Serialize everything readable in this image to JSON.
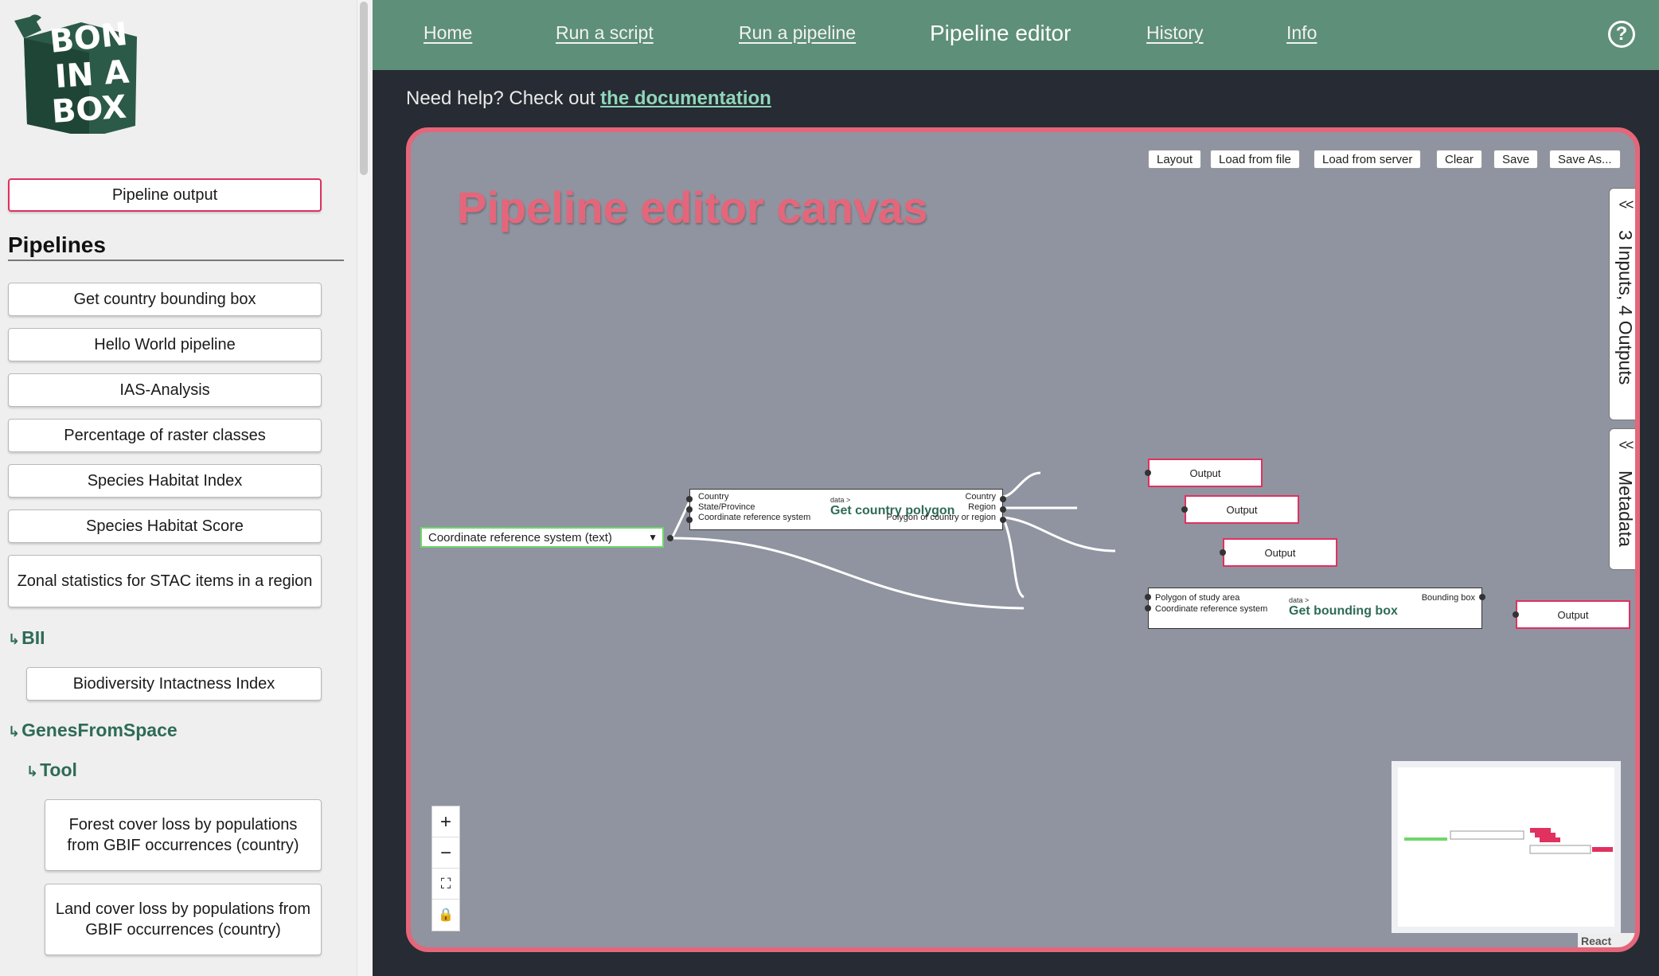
{
  "logo": {
    "alt": "BON IN A BOX",
    "lines": [
      "BON",
      "IN A",
      "BOX"
    ]
  },
  "sidebar": {
    "output_button": "Pipeline output",
    "heading": "Pipelines",
    "pipelines": [
      "Get country bounding box",
      "Hello World pipeline",
      "IAS-Analysis",
      "Percentage of raster classes",
      "Species Habitat Index",
      "Species Habitat Score",
      "Zonal statistics for STAC items in a region"
    ],
    "folder_bii": "BII",
    "bii_items": [
      "Biodiversity Intactness Index"
    ],
    "folder_genes": "GenesFromSpace",
    "folder_tool": "Tool",
    "tool_items": [
      "Forest cover loss by populations from GBIF occurrences (country)",
      "Land cover loss by populations from GBIF occurrences (country)"
    ]
  },
  "nav": {
    "home": "Home",
    "run_script": "Run a script",
    "run_pipeline": "Run a pipeline",
    "editor": "Pipeline editor",
    "history": "History",
    "info": "Info",
    "help_glyph": "?"
  },
  "help": {
    "prefix": "Need help? Check out ",
    "link": "the documentation"
  },
  "canvas": {
    "title": "Pipeline editor canvas",
    "toolbar": [
      "Layout",
      "Load from file",
      "Load from server",
      "Clear",
      "Save",
      "Save As..."
    ],
    "tab_io": "3 Inputs, 4 Outputs",
    "tab_meta": "Metadata",
    "tab_chev": "<<",
    "input_node": "Coordinate reference system (text)",
    "node1": {
      "inputs": [
        "Country",
        "State/Province",
        "Coordinate reference system"
      ],
      "small": "data >",
      "title": "Get country polygon",
      "outputs": [
        "Country",
        "Region",
        "Polygon of country or region"
      ]
    },
    "node2": {
      "inputs": [
        "Polygon of study area",
        "Coordinate reference system"
      ],
      "small": "data >",
      "title": "Get bounding box",
      "outputs": [
        "Bounding box"
      ]
    },
    "output_label": "Output",
    "zoom": [
      "+",
      "−",
      "⛶",
      "🔒"
    ],
    "attribution": "React Flow"
  },
  "colors": {
    "nav_bg": "#5e8f78",
    "canvas_border": "#e5667a",
    "output_border": "#e0315f",
    "input_border": "#6fd66a",
    "folder": "#2e6b57"
  }
}
